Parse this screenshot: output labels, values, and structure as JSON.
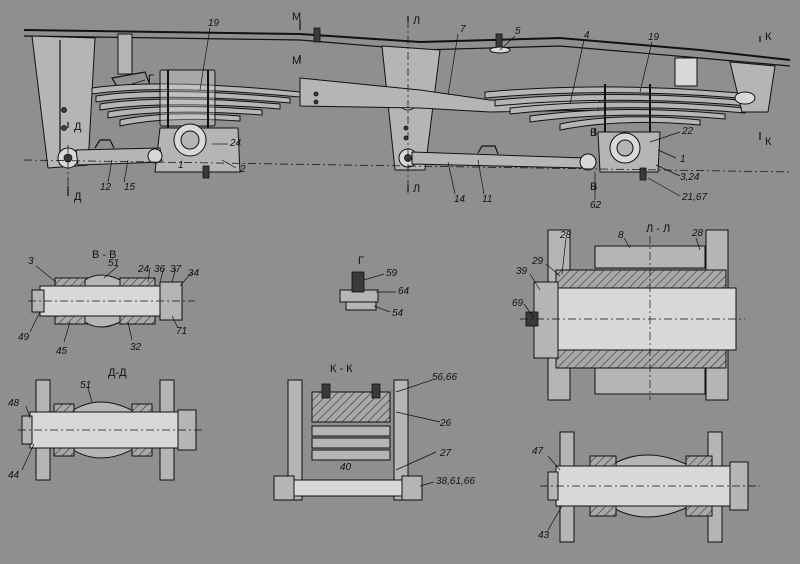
{
  "main_view": {
    "section_marks": [
      "М",
      "М",
      "Л",
      "Л",
      "К",
      "К",
      "В",
      "В",
      "Д",
      "Д"
    ],
    "labels": {
      "l19a": "19",
      "l7": "7",
      "l5": "5",
      "l4": "4",
      "l19b": "19",
      "lG": "Г",
      "l24": "24",
      "l2": "2",
      "l1": "1",
      "l12": "12",
      "l15": "15",
      "l14": "14",
      "l11": "11",
      "l22": "22",
      "l1b": "1",
      "l324": "3,24",
      "l2167": "21,67",
      "l62": "62"
    }
  },
  "section_vv": {
    "title": "В - В",
    "labels": {
      "l3": "3",
      "l51": "51",
      "l24": "24",
      "l36": "36",
      "l37": "37",
      "l34": "34",
      "l49": "49",
      "l45": "45",
      "l32": "32",
      "l71": "71"
    }
  },
  "section_g": {
    "title": "Г",
    "labels": {
      "l59": "59",
      "l64": "64",
      "l54": "54"
    }
  },
  "section_ll": {
    "title": "Л - Л",
    "labels": {
      "l28a": "28",
      "l8": "8",
      "l28b": "28",
      "l29": "29",
      "l39": "39",
      "l69": "69"
    }
  },
  "section_dd": {
    "title": "Д-Д",
    "labels": {
      "l51": "51",
      "l48": "48",
      "l44": "44"
    }
  },
  "section_kk": {
    "title": "К - К",
    "labels": {
      "l5666": "56,66",
      "l26": "26",
      "l40": "40",
      "l27": "27",
      "l386166": "38,61,66"
    }
  },
  "section_bottom_right": {
    "labels": {
      "l47": "47",
      "l43": "43"
    }
  }
}
